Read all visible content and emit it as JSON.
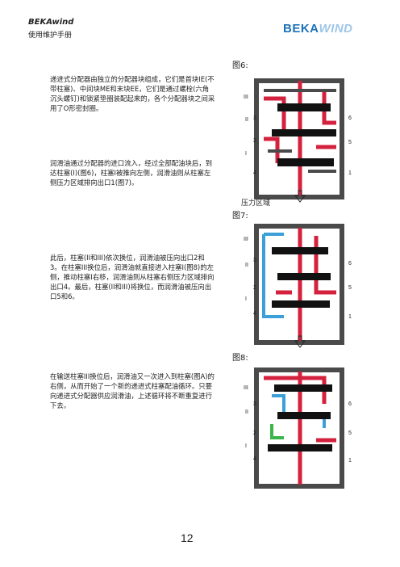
{
  "header": {
    "brand": "BEKAwind",
    "manual": "使用维护手册",
    "logo_beka": "BEKA",
    "logo_wind": "WIND"
  },
  "paragraphs": [
    "递进式分配器由独立的分配器块组成，它们是首块IE(不带柱塞)、中间块ME和末块EE，它们是通过螺栓(六角沉头螺钉)和锁紧垫圈装配起来的，各个分配器块之间采用了O形密封圈。",
    "润滑油通过分配器的进口流入，经过全部配油块后，到达柱塞(I)(图6)，柱塞I被推向左侧，润滑油则从柱塞左侧压力区域排向出口1(图7)。",
    "此后，柱塞(II和III)依次换位，润滑油被压向出口2和3。在柱塞III换位后，润滑油就直接进入柱塞I(图8)的左侧，推动柱塞I右移，润滑油则从柱塞右侧压力区域排向出口4。最后，柱塞(II和III)将换位，而润滑油被压向出口5和6。",
    "在输送柱塞III换位后，润滑油又一次进入到柱塞(图A)的右侧，从而开始了一个新的递进式柱塞配油循环。只要向递进式分配器供应润滑油，上述循环将不断重复进行下去。"
  ],
  "figures": [
    {
      "label": "图6:",
      "caption": "压力区域"
    },
    {
      "label": "图7:"
    },
    {
      "label": "图8:"
    }
  ],
  "diagram_labels": {
    "left": [
      "III",
      "II",
      "3",
      "2",
      "I",
      "4"
    ],
    "right": [
      "6",
      "5",
      "1"
    ]
  },
  "colors": {
    "pressure": "#d4213d",
    "return": "#3b9fd8",
    "flow": "#39b54a",
    "body": "#4a4a4a",
    "piston": "#111111"
  },
  "page_number": "12"
}
